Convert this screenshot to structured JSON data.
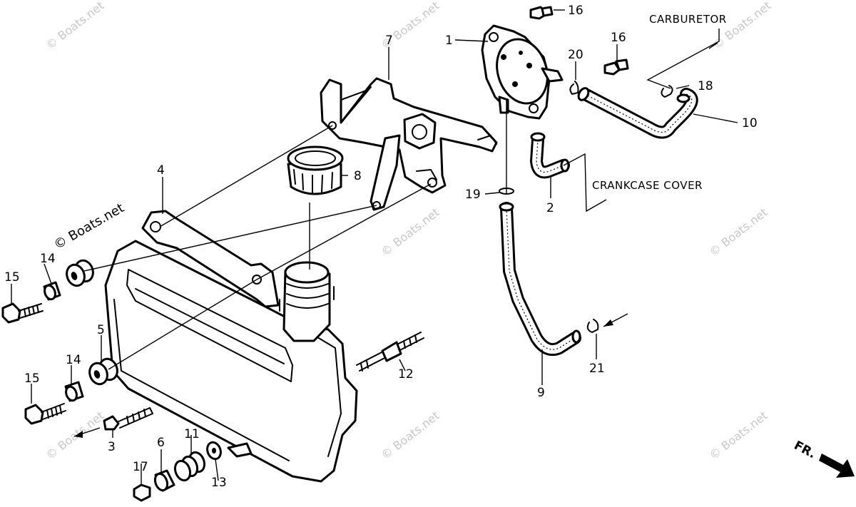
{
  "labels": {
    "carburetor": "CARBURETOR",
    "crankcase_cover": "CRANKCASE COVER",
    "front": "FR."
  },
  "watermark": "© Boats.net",
  "callouts": {
    "c1": "1",
    "c2": "2",
    "c3": "3",
    "c4": "4",
    "c5": "5",
    "c6": "6",
    "c7": "7",
    "c8": "8",
    "c9": "9",
    "c10": "10",
    "c11": "11",
    "c12": "12",
    "c13": "13",
    "c14a": "14",
    "c14b": "14",
    "c15a": "15",
    "c15b": "15",
    "c16a": "16",
    "c16b": "16",
    "c17": "17",
    "c18": "18",
    "c19": "19",
    "c20": "20",
    "c21": "21"
  }
}
